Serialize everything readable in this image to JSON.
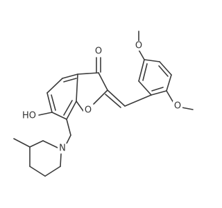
{
  "molecule": {
    "atoms": {
      "o_methoxy_top": "O",
      "o_methoxy_right": "O",
      "o_ketone": "O",
      "o_hydroxyl": "HO",
      "o_furan": "O",
      "n_piperidine": "N"
    },
    "colors": {
      "bond": "#3a3a3a",
      "label": "#333333",
      "background": "#ffffff"
    }
  }
}
